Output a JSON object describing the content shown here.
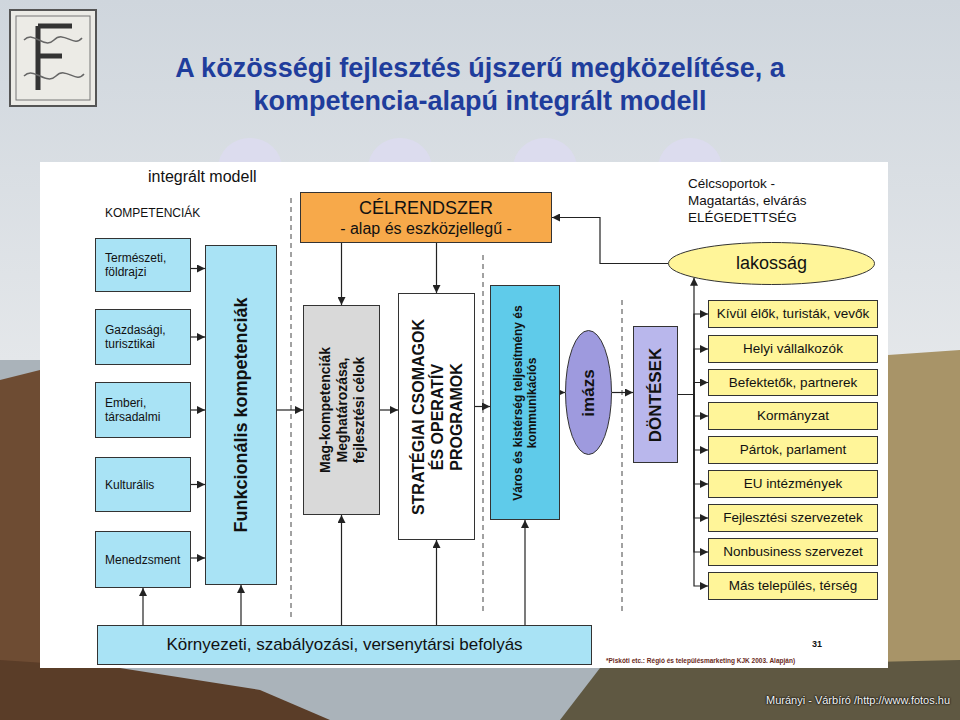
{
  "diagram": {
    "title": "A közösségi fejlesztés újszerű megközelítése, a kompetencia-alapú integrált modell",
    "nodes": [
      {
        "text": [
          "Természeti, földrajzi"
        ]
      },
      {
        "text": [
          "Gazdasági, turisztikai"
        ]
      },
      {
        "text": [
          "Emberi, társadalmi"
        ]
      },
      {
        "text": [
          "Kulturális"
        ]
      },
      {
        "text": [
          "Menedzsment"
        ]
      },
      {
        "text": [
          "Funkcionális kompetenciák"
        ]
      },
      {
        "text": [
          "CÉLRENDSZER",
          "- alap és eszközjellegű -"
        ]
      },
      {
        "text": [
          "Mag-kompetenciák Meghatározása, fejlesztési célok"
        ]
      },
      {
        "text": [
          "STRATÉGIAI CSOMAGOK ÉS OPERATÍV PROGRAMOK"
        ]
      },
      {
        "text": [
          "Város és kistérség teljesítmény és kommunikációs"
        ]
      },
      {
        "text": [
          "imázs"
        ]
      },
      {
        "text": [
          "DÖNTÉSEK"
        ]
      },
      {
        "text": [
          "lakosság"
        ]
      },
      {
        "text": [
          "Kívül élők, turisták, vevők"
        ]
      },
      {
        "text": [
          "Helyi vállalkozók"
        ]
      },
      {
        "text": [
          "Befektetők, partnerek"
        ]
      },
      {
        "text": [
          "Kormányzat"
        ]
      },
      {
        "text": [
          "Pártok, parlament"
        ]
      },
      {
        "text": [
          "EU intézmények"
        ]
      },
      {
        "text": [
          "Fejlesztési szervezetek"
        ]
      },
      {
        "text": [
          "Nonbusiness szervezet"
        ]
      },
      {
        "text": [
          "Más település, térség"
        ]
      },
      {
        "text": [
          "Környezeti, szabályozási, versenytársi befolyás"
        ]
      }
    ],
    "edges": [
      {
        "from": 0,
        "to": 5,
        "arrow": "to"
      },
      {
        "from": 1,
        "to": 5,
        "arrow": "to"
      },
      {
        "from": 2,
        "to": 5,
        "arrow": "to"
      },
      {
        "from": 3,
        "to": 5,
        "arrow": "to"
      },
      {
        "from": 4,
        "to": 5,
        "arrow": "to"
      },
      {
        "from": 5,
        "to": 7,
        "arrow": "to"
      },
      {
        "from": 6,
        "to": 7,
        "arrow": "to"
      },
      {
        "from": 6,
        "to": 8,
        "arrow": "to"
      },
      {
        "from": 7,
        "to": 8,
        "arrow": "to"
      },
      {
        "from": 8,
        "to": 9,
        "arrow": "to"
      },
      {
        "from": 9,
        "to": 10,
        "arrow": "to"
      },
      {
        "from": 10,
        "to": 11,
        "arrow": "to"
      },
      {
        "from": 11,
        "to": 12,
        "arrow": "to"
      },
      {
        "from": 11,
        "to": 13,
        "arrow": "to"
      },
      {
        "from": 11,
        "to": 14,
        "arrow": "to"
      },
      {
        "from": 11,
        "to": 15,
        "arrow": "to"
      },
      {
        "from": 11,
        "to": 16,
        "arrow": "to"
      },
      {
        "from": 11,
        "to": 17,
        "arrow": "to"
      },
      {
        "from": 11,
        "to": 18,
        "arrow": "to"
      },
      {
        "from": 11,
        "to": 19,
        "arrow": "to"
      },
      {
        "from": 11,
        "to": 20,
        "arrow": "to"
      },
      {
        "from": 11,
        "to": 21,
        "arrow": "to"
      },
      {
        "from": 12,
        "to": 6,
        "arrow": "to"
      },
      {
        "from": 22,
        "to": 4,
        "arrow": "to"
      },
      {
        "from": 22,
        "to": 5,
        "arrow": "to"
      },
      {
        "from": 22,
        "to": 7,
        "arrow": "to"
      },
      {
        "from": 22,
        "to": 8,
        "arrow": "to"
      },
      {
        "from": 22,
        "to": 9,
        "arrow": "to"
      }
    ],
    "labels": [
      "integrált modell",
      "KOMPETENCIÁK",
      "Célcsoportok - Magatartás, elvárás ELÉGEDETTSÉG",
      "31",
      "*Piskóti etc.: Régió és településmarketing KJK 2003. Alapján)",
      "Murányi - Várbíró /http://www.fotos.hu"
    ]
  }
}
